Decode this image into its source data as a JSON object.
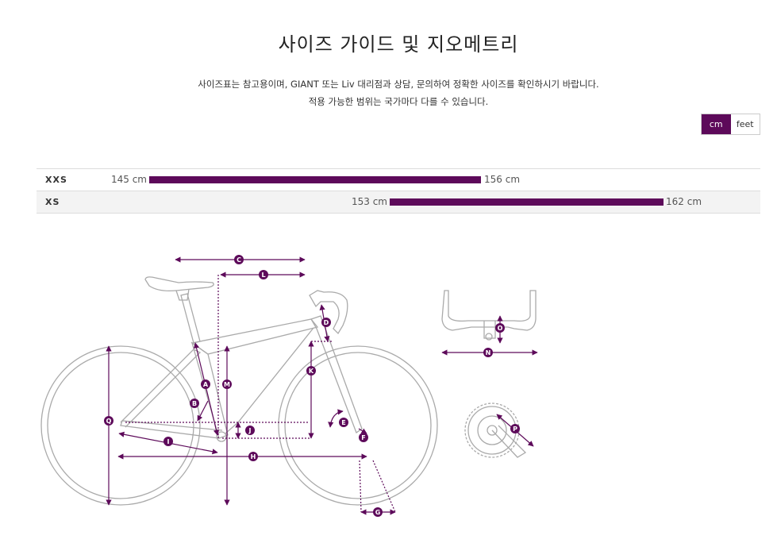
{
  "header": {
    "title": "사이즈 가이드 및 지오메트리",
    "description_line1": "사이즈표는 참고용이며, GIANT 또는 Liv 대리점과 상담, 문의하여 정확한 사이즈를 확인하시기 바랍니다.",
    "description_line2": "적용 가능한 범위는 국가마다 다를 수 있습니다."
  },
  "units": {
    "cm_label": "cm",
    "feet_label": "feet",
    "selected": "cm"
  },
  "size_chart": {
    "rows": [
      {
        "size": "XXS",
        "min": 145,
        "max": 156,
        "min_label": "145 cm",
        "max_label": "156 cm"
      },
      {
        "size": "XS",
        "min": 153,
        "max": 162,
        "min_label": "153 cm",
        "max_label": "162 cm"
      }
    ],
    "bar_color": "#5d0a5a"
  },
  "geometry": {
    "markers": {
      "A": "A",
      "B": "B",
      "C": "C",
      "D": "D",
      "E": "E",
      "F": "F",
      "G": "G",
      "H": "H",
      "I": "I",
      "J": "J",
      "K": "K",
      "L": "L",
      "M": "M",
      "N": "N",
      "O": "O",
      "P": "P",
      "Q": "Q"
    },
    "accent_color": "#5d0a5a"
  }
}
